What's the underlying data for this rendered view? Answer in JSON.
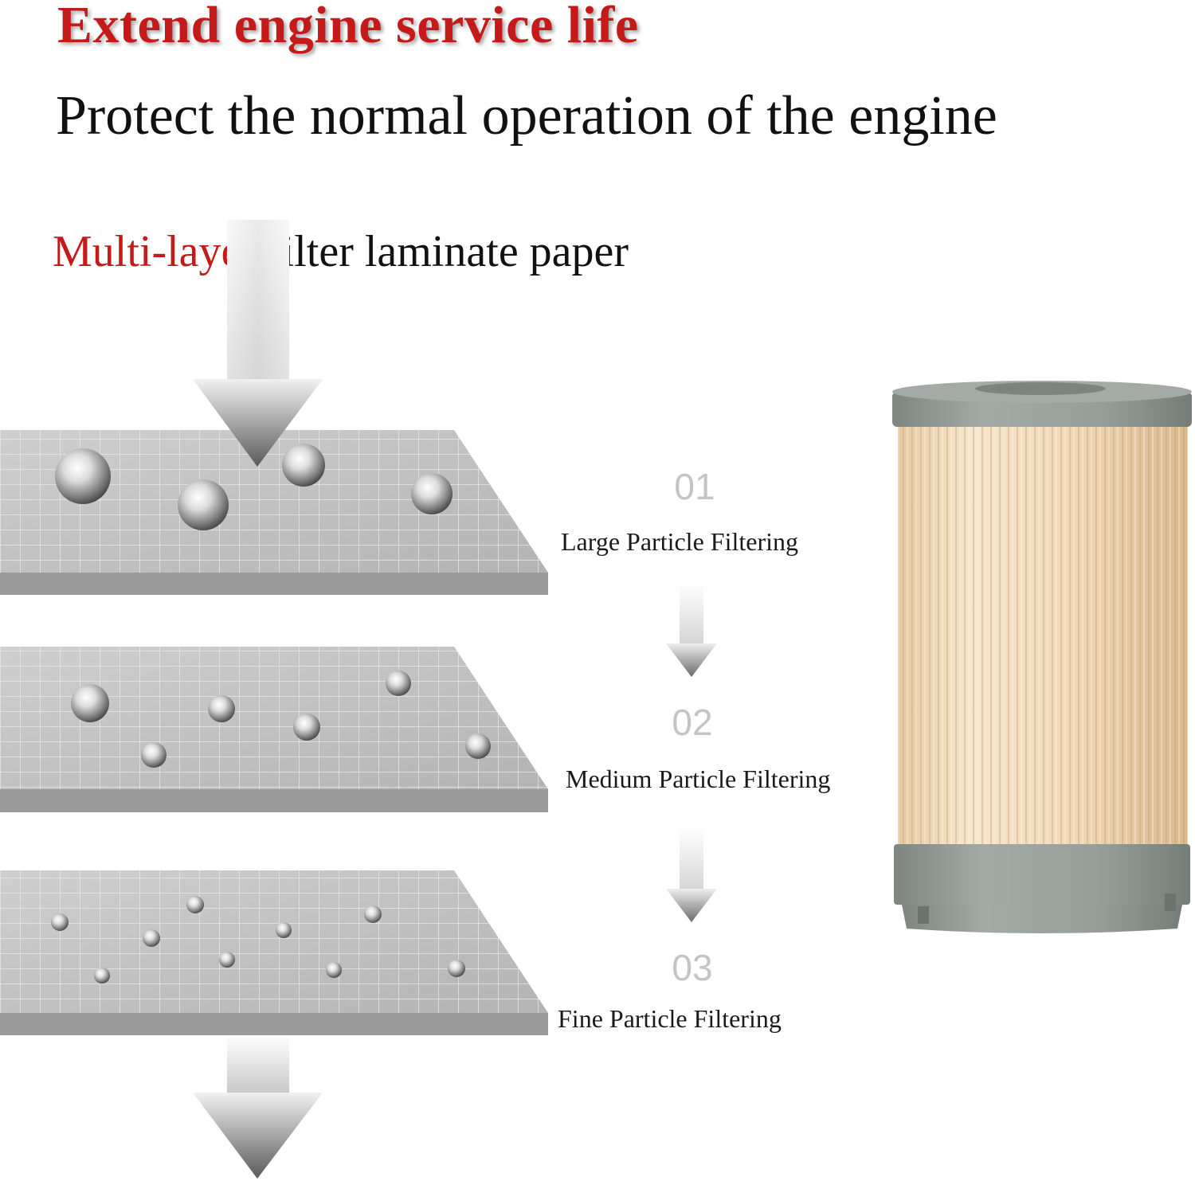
{
  "header": {
    "headline": "Extend engine service life",
    "subheadline": "Protect the normal operation of the engine"
  },
  "filter_section": {
    "title_accent": "Multi-layer",
    "title_rest": " filter laminate paper"
  },
  "steps": [
    {
      "number": "01",
      "label": "Large Particle Filtering"
    },
    {
      "number": "02",
      "label": "Medium Particle Filtering"
    },
    {
      "number": "03",
      "label": "Fine Particle Filtering"
    }
  ],
  "colors": {
    "accent_red": "#c41a1a",
    "layer_gray": "#b9b9b9",
    "filter_cap_gray": "#8f9793",
    "filter_paper": "#f2dcbc"
  },
  "icons": [
    "down-arrow-icon",
    "water-droplet-icon",
    "fuel-filter-cartridge"
  ]
}
